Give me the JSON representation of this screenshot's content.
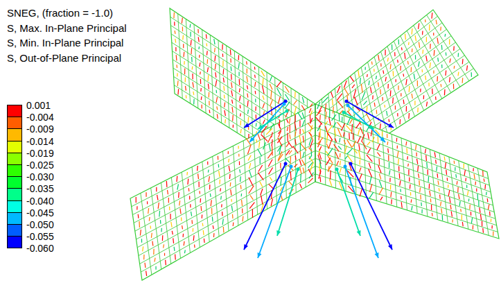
{
  "diagram": {
    "labels": [
      "SNEG, (fraction = -1.0)",
      "S, Max. In-Plane Principal",
      "S, Min. In-Plane Principal",
      "S, Out-of-Plane Principal",
      "-0.060"
    ],
    "legend": [
      {
        "text": "0.001",
        "color": "#ff0000"
      },
      {
        "text": "-0.004",
        "color": "#ff5d00"
      },
      {
        "text": "-0.009",
        "color": "#ffb900"
      },
      {
        "text": "-0.014",
        "color": "#e3ff00"
      },
      {
        "text": "-0.019",
        "color": "#8aff00"
      },
      {
        "text": "-0.025",
        "color": "#2eff00"
      },
      {
        "text": "-0.030",
        "color": "#00ff2e"
      },
      {
        "text": "-0.035",
        "color": "#00ff8a"
      },
      {
        "text": "-0.040",
        "color": "#00ffe3"
      },
      {
        "text": "-0.045",
        "color": "#00b9ff"
      },
      {
        "text": "-0.050",
        "color": "#005dff"
      },
      {
        "text": "-0.055",
        "color": "#0000ff"
      }
    ]
  }
}
